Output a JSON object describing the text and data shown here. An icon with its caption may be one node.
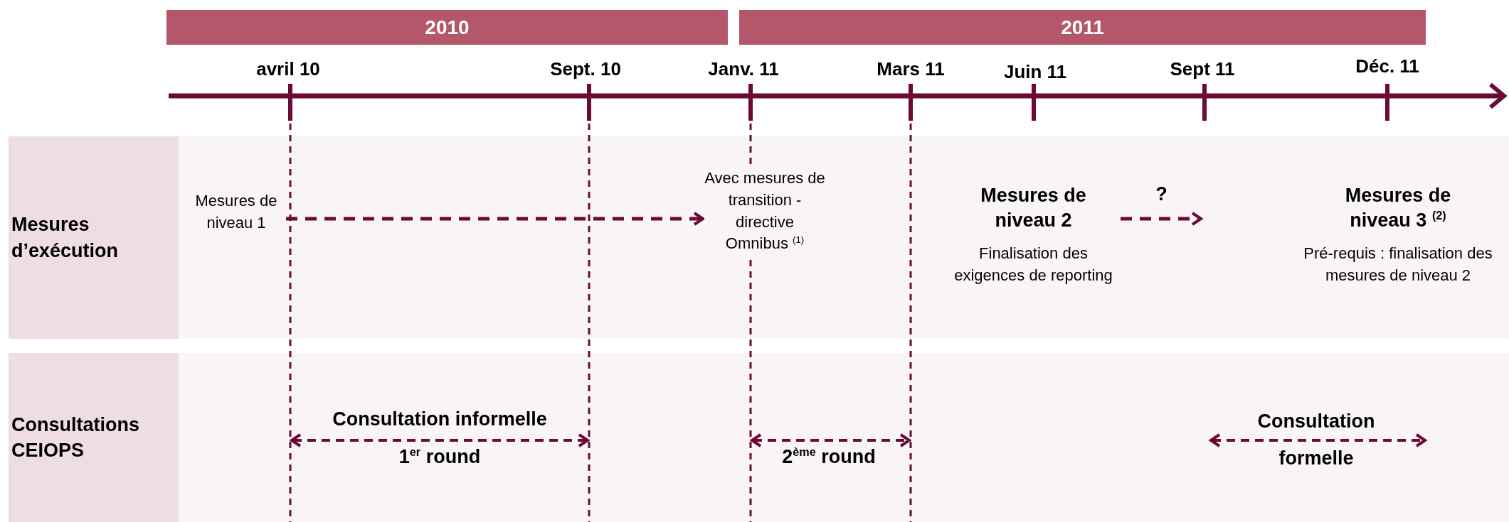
{
  "diagram": {
    "nodes": [
      {
        "text": [
          "2010"
        ]
      },
      {
        "text": [
          "2011"
        ]
      },
      {
        "text": [
          "Mesures d’exécution"
        ]
      },
      {
        "text": [
          "Consultations CEIOPS"
        ]
      },
      {
        "text": [
          "Mesures de niveau 1"
        ]
      },
      {
        "text": [
          "Avec mesures de transition - directive Omnibus $^{(1)}$"
        ]
      },
      {
        "text": [
          "Mesures de niveau 2",
          "Finalisation des exigences de reporting"
        ]
      },
      {
        "text": [
          "Mesures de niveau 3 $^{(2)}$",
          "Pré-requis : finalisation des mesures de niveau 2"
        ]
      }
    ],
    "edges": [
      {
        "from": 4,
        "to": 5,
        "arrow": "to",
        "style": "dashed"
      },
      {
        "from": 6,
        "to": null,
        "arrow": "to",
        "style": "dashed",
        "label": "?"
      }
    ],
    "labels": [
      "avril 10",
      "Sept. 10",
      "Janv. 11",
      "Mars 11",
      "Juin 11",
      "Sept 11",
      "Déc. 11",
      "Consultation informelle",
      "1$^{er}$ round",
      "2$^{ème}$ round",
      "Consultation formelle"
    ]
  }
}
